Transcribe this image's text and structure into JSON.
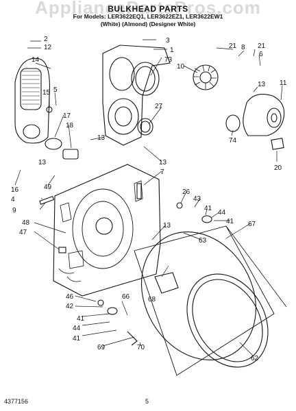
{
  "header": {
    "watermark": "AppliancePartsPros.com",
    "title": "BULKHEAD PARTS",
    "models": "For Models: LER3622EQ1, LER3622EZ1, LER3622EW1",
    "colors": "(White)    (Almond) (Designer White)"
  },
  "footer": {
    "doc_number": "4377156",
    "page_number": "5"
  },
  "callouts": {
    "c2": "2",
    "c12": "12",
    "c3": "3",
    "c1": "1",
    "c14": "14",
    "c73": "73",
    "c21a": "21",
    "c8": "8",
    "c21b": "21",
    "c6": "6",
    "c10": "10",
    "c15": "15",
    "c5": "5",
    "c13a": "13",
    "c11": "11",
    "c17": "17",
    "c27": "27",
    "c18": "18",
    "c13b": "13",
    "c74": "74",
    "c20": "20",
    "c13c": "13",
    "c13d": "13",
    "c7": "7",
    "c16": "16",
    "c49": "49",
    "c4": "4",
    "c9": "9",
    "c26": "26",
    "c43": "43",
    "c41a": "41",
    "c44a": "44",
    "c41b": "41",
    "c48": "48",
    "c67": "67",
    "c47": "47",
    "c13e": "13",
    "c63": "63",
    "c68": "68",
    "c46": "46",
    "c42": "42",
    "c41c": "41",
    "c66": "66",
    "c44b": "44",
    "c41d": "41",
    "c69": "69",
    "c70": "70",
    "c62": "62"
  }
}
